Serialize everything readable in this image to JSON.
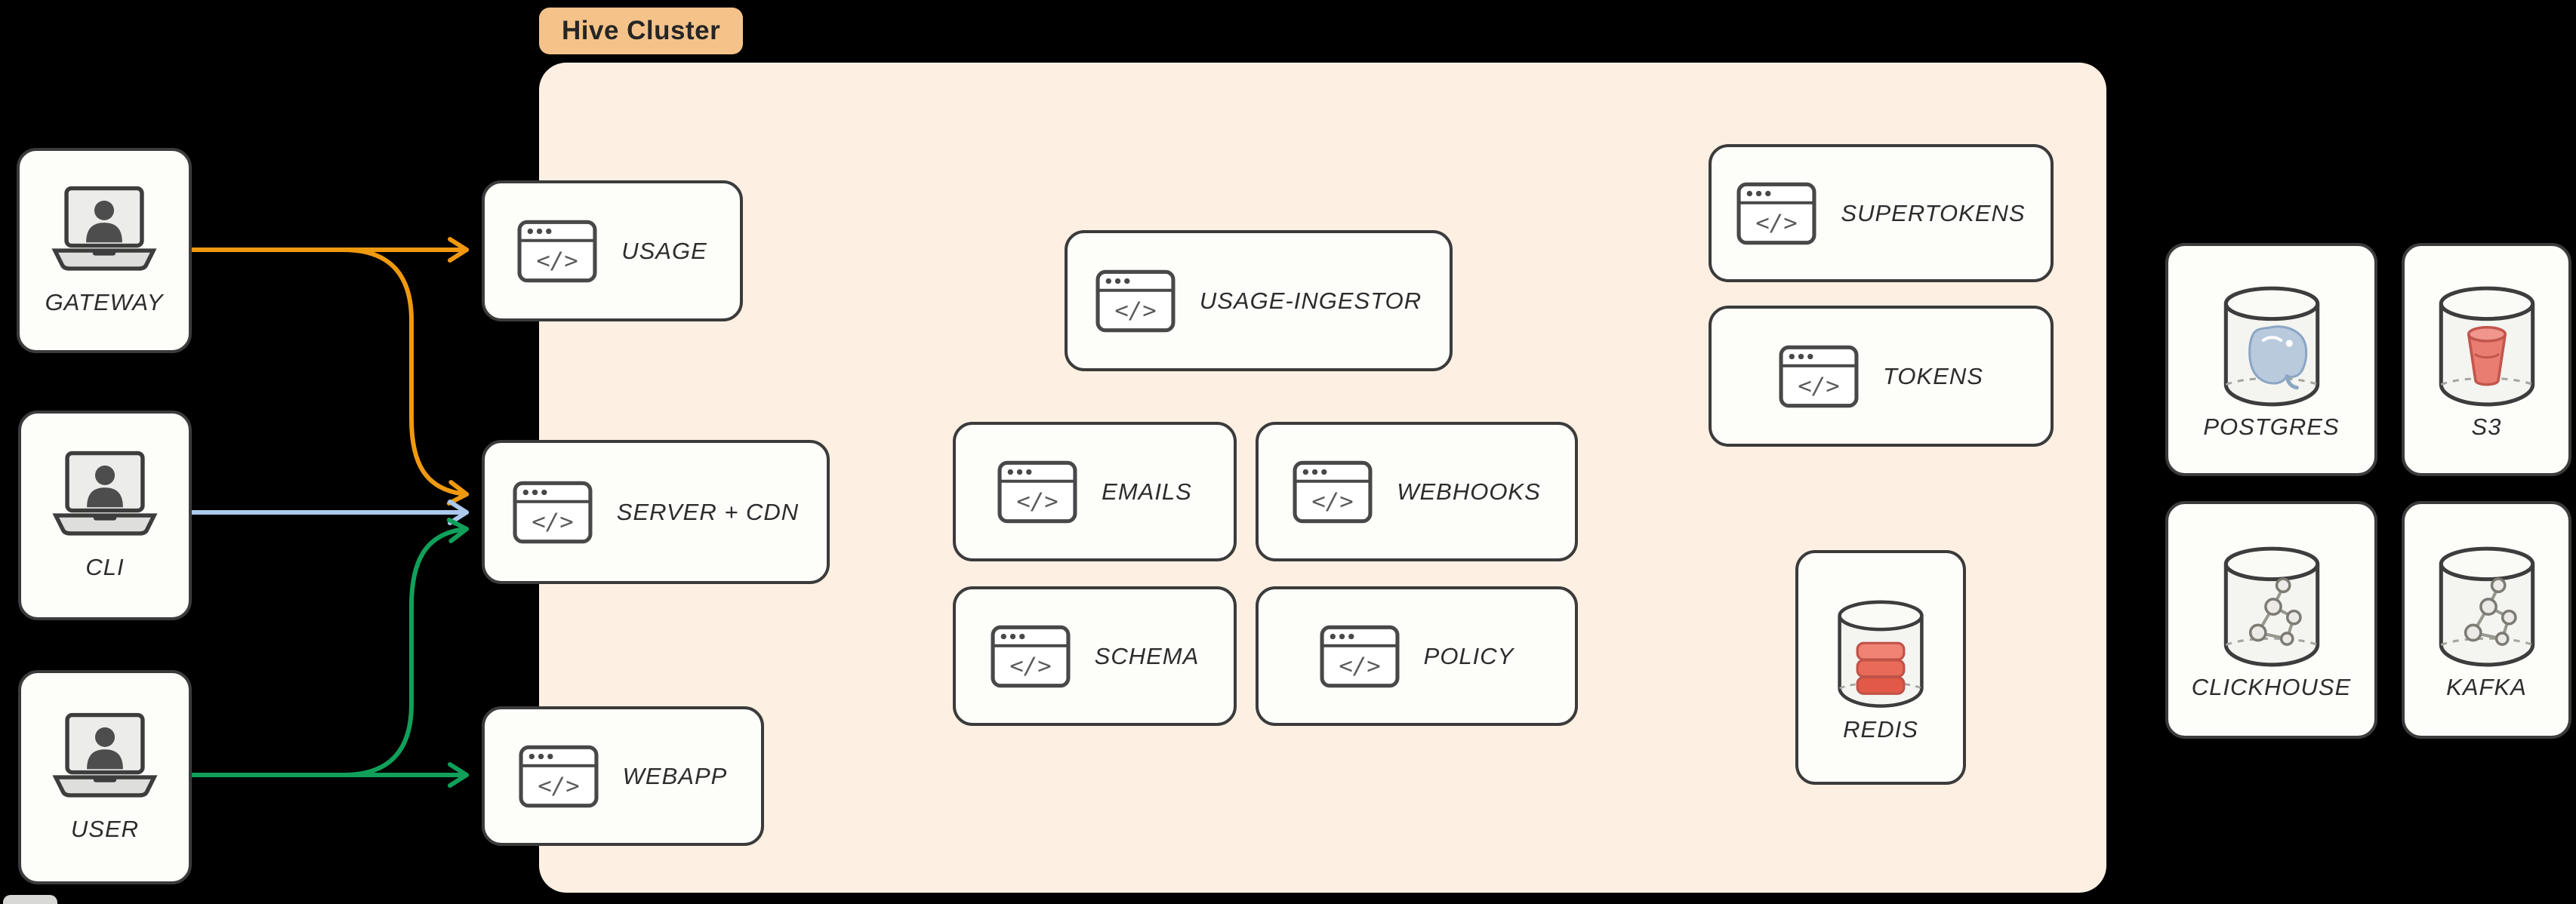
{
  "canvas": {
    "background": "#000000"
  },
  "cluster": {
    "label": "Hive Cluster",
    "background": "#fdf0e3",
    "label_background": "#f5c38a"
  },
  "code_glyph": "</>",
  "clients": [
    {
      "label": "GATEWAY",
      "icon": "laptop-user-icon"
    },
    {
      "label": "CLI",
      "icon": "laptop-user-icon"
    },
    {
      "label": "USER",
      "icon": "laptop-user-icon"
    }
  ],
  "services": [
    {
      "label": "USAGE",
      "icon": "code-window-icon"
    },
    {
      "label": "SERVER + CDN",
      "icon": "code-window-icon"
    },
    {
      "label": "WEBAPP",
      "icon": "code-window-icon"
    },
    {
      "label": "USAGE-INGESTOR",
      "icon": "code-window-icon"
    },
    {
      "label": "EMAILS",
      "icon": "code-window-icon"
    },
    {
      "label": "WEBHOOKS",
      "icon": "code-window-icon"
    },
    {
      "label": "SCHEMA",
      "icon": "code-window-icon"
    },
    {
      "label": "POLICY",
      "icon": "code-window-icon"
    },
    {
      "label": "SUPERTOKENS",
      "icon": "code-window-icon"
    },
    {
      "label": "TOKENS",
      "icon": "code-window-icon"
    },
    {
      "label": "REDIS",
      "icon": "redis-stack-icon"
    }
  ],
  "datastores": [
    {
      "label": "POSTGRES",
      "icon": "postgres-cylinder-icon"
    },
    {
      "label": "S3",
      "icon": "s3-cylinder-icon"
    },
    {
      "label": "CLICKHOUSE",
      "icon": "clickhouse-cylinder-icon"
    },
    {
      "label": "KAFKA",
      "icon": "kafka-cylinder-icon"
    }
  ],
  "edges": [
    {
      "from": "GATEWAY",
      "to": "USAGE",
      "color": "#f0990f"
    },
    {
      "from": "GATEWAY",
      "to": "SERVER + CDN",
      "color": "#f0990f"
    },
    {
      "from": "CLI",
      "to": "SERVER + CDN",
      "color": "#abc9ec"
    },
    {
      "from": "USER",
      "to": "WEBAPP",
      "color": "#10a05a"
    },
    {
      "from": "USER",
      "to": "SERVER + CDN",
      "color": "#10a05a"
    }
  ]
}
